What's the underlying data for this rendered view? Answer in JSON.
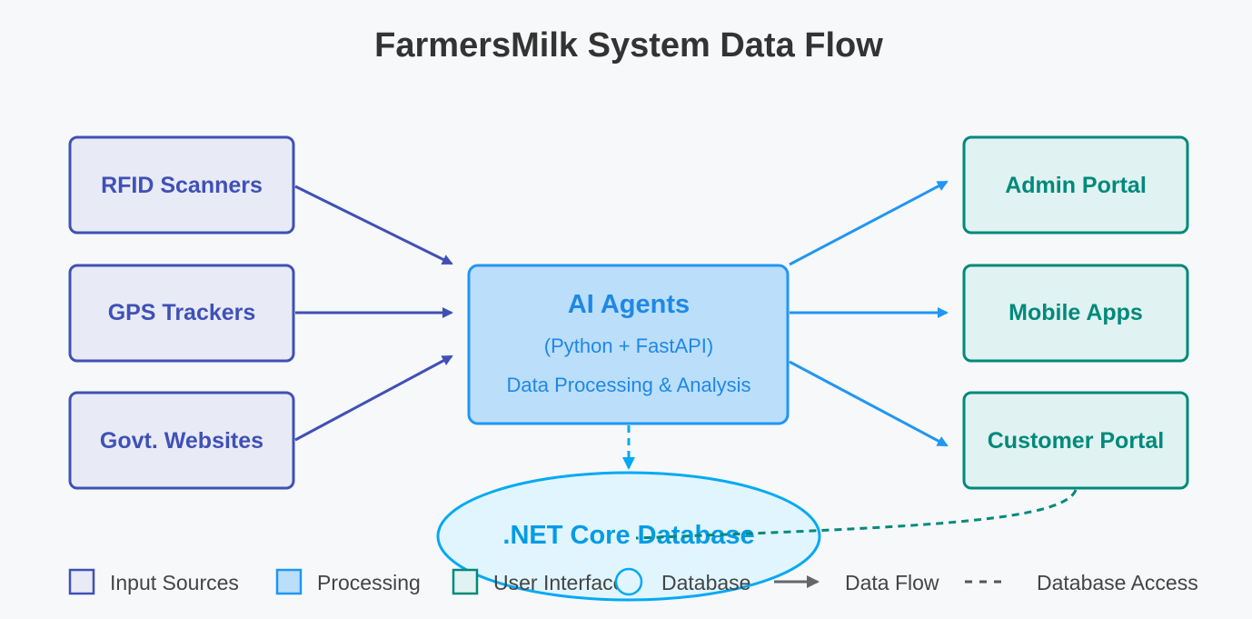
{
  "title": "FarmersMilk System Data Flow",
  "inputs": [
    {
      "label": "RFID Scanners"
    },
    {
      "label": "GPS Trackers"
    },
    {
      "label": "Govt. Websites"
    }
  ],
  "processing": {
    "title": "AI Agents",
    "subtitle": "(Python + FastAPI)",
    "description": "Data Processing & Analysis"
  },
  "outputs": [
    {
      "label": "Admin Portal"
    },
    {
      "label": "Mobile Apps"
    },
    {
      "label": "Customer Portal"
    }
  ],
  "database": {
    "label": ".NET Core Database"
  },
  "legend": {
    "input_sources": "Input Sources",
    "processing": "Processing",
    "user_interfaces": "User Interfaces",
    "database": "Database",
    "data_flow": "Data Flow",
    "database_access": "Database Access"
  },
  "colors": {
    "input": "#3f51b5",
    "processing": "#2196f3",
    "output": "#00897b",
    "database": "#039be5"
  }
}
